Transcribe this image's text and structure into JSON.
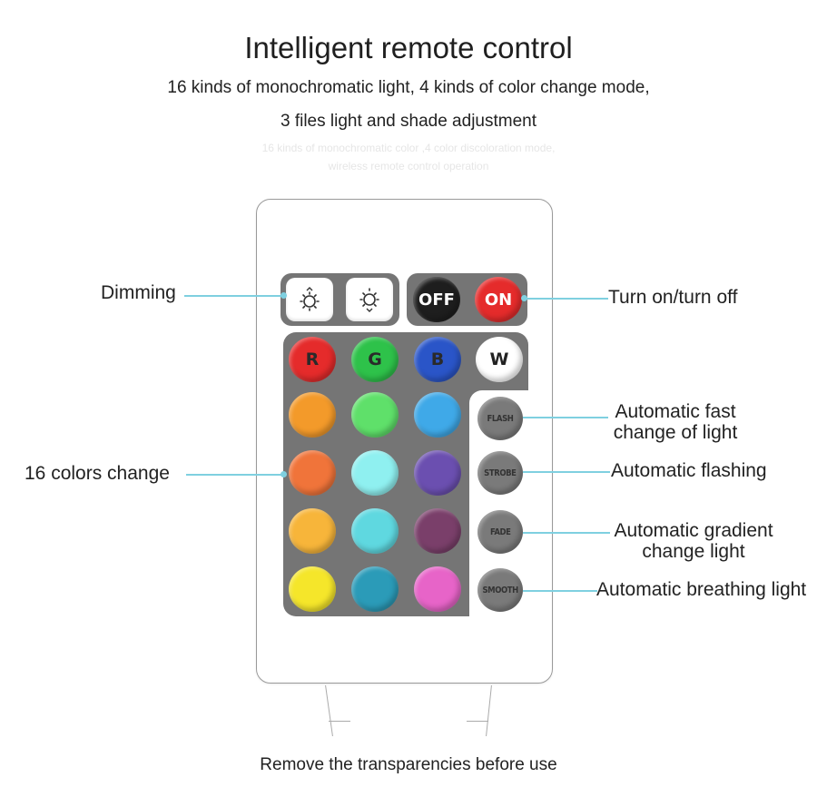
{
  "header": {
    "title": "Intelligent remote control",
    "subtitle_line1": "16 kinds of monochromatic light, 4 kinds of color change mode,",
    "subtitle_line2": "3 files light and shade adjustment",
    "faint_line1": "16 kinds of monochromatic color ,4 color discoloration mode,",
    "faint_line2": "wireless remote control operation"
  },
  "labels": {
    "dimming": "Dimming",
    "on_off": "Turn on/turn off",
    "colors": "16 colors change",
    "flash_line1": "Automatic fast",
    "flash_line2": "change of light",
    "strobe": "Automatic flashing",
    "fade_line1": "Automatic gradient",
    "fade_line2": "change light",
    "smooth": "Automatic breathing light"
  },
  "buttons": {
    "off": "OFF",
    "on": "ON",
    "r": "R",
    "g": "G",
    "b": "B",
    "w": "W",
    "flash": "FLASH",
    "strobe": "STROBE",
    "fade": "FADE",
    "smooth": "SMOOTH"
  },
  "colors": {
    "row1": [
      "#e52b2b",
      "#2ec24a",
      "#2a55c8",
      "#ffffff"
    ],
    "grid": [
      [
        "#f39a2a",
        "#5fe06a",
        "#3fa9e8"
      ],
      [
        "#f0743a",
        "#8ff0f0",
        "#6b4fb0"
      ],
      [
        "#f7b53a",
        "#5fd8e0",
        "#7a3f6a"
      ],
      [
        "#f5e62a",
        "#2b9bb8",
        "#e764c8"
      ]
    ],
    "accent_line": "#7fd0e0"
  },
  "footer": {
    "note": "Remove the transparencies before use"
  }
}
